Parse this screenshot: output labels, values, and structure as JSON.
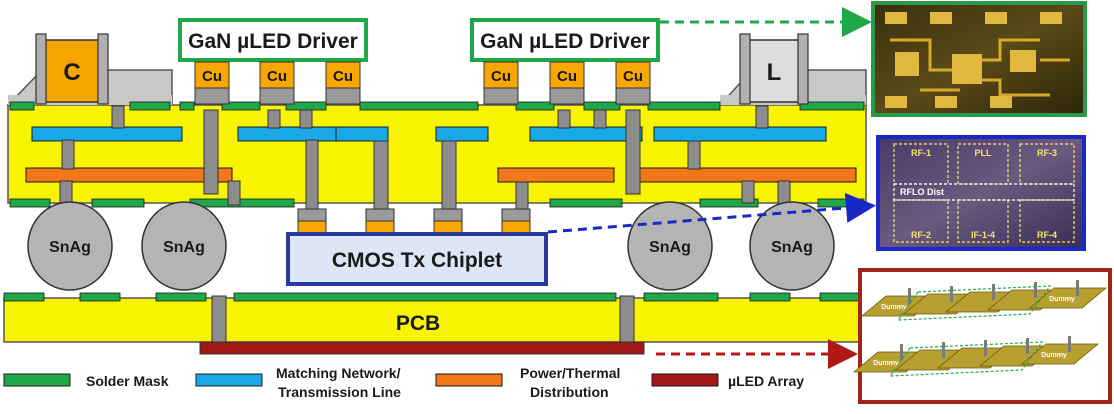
{
  "drivers": {
    "left_label": "GaN µLED Driver",
    "right_label": "GaN µLED Driver",
    "pad_label": "Cu"
  },
  "passives": {
    "capacitor": "C",
    "inductor": "L"
  },
  "solder_ball": "SnAg",
  "cmos_chiplet": "CMOS Tx Chiplet",
  "pcb": "PCB",
  "legend": [
    {
      "label_line1": "Solder Mask",
      "label_line2": "",
      "color": "#20a848"
    },
    {
      "label_line1": "Matching Network/",
      "label_line2": "Transmission Line",
      "color": "#18a8e8"
    },
    {
      "label_line1": "Power/Thermal",
      "label_line2": "Distribution",
      "color": "#f07818"
    },
    {
      "label_line1": "µLED Array",
      "label_line2": "",
      "color": "#a01818"
    }
  ],
  "cmos_die_photo": {
    "blocks": [
      "RF-1",
      "PLL",
      "RF-3",
      "RFLO Dist",
      "RF-2",
      "IF-1-4",
      "RF-4"
    ]
  },
  "led_array_photo": {
    "dummy_label": "Dummy"
  },
  "colors": {
    "substrate": "#f8f400",
    "die_photo_border": "#2a9a48",
    "cmos_photo_border": "#1a28c8",
    "led_photo_border": "#a0241a",
    "arrow_green": "#20a848",
    "arrow_blue": "#1a28c8",
    "arrow_red": "#b01818"
  }
}
